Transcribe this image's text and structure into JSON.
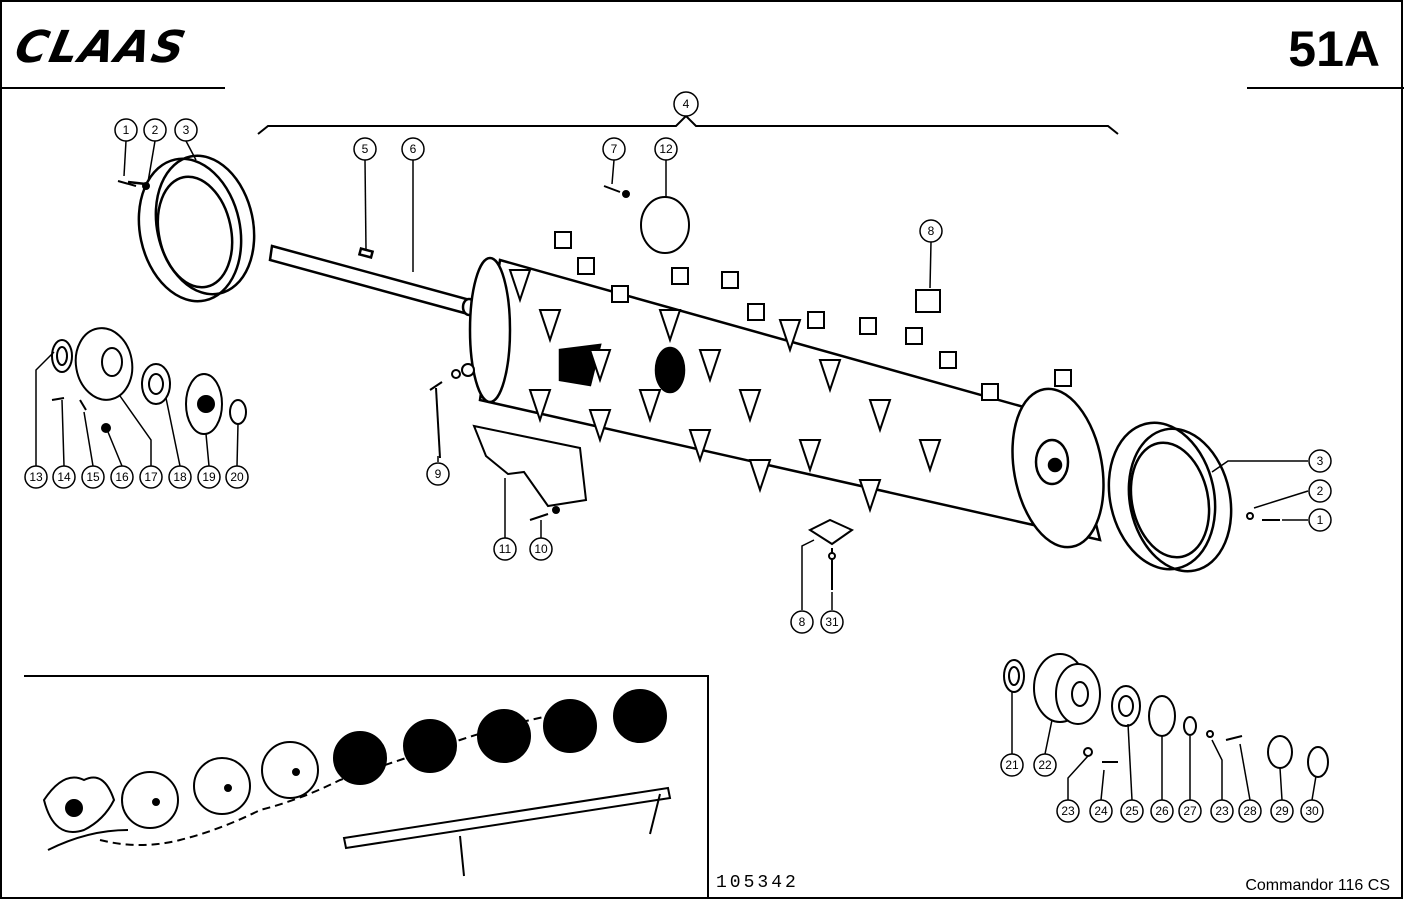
{
  "header": {
    "brand": "CLAAS",
    "page_number": "51A"
  },
  "footer": {
    "drawing_number": "105342",
    "model": "Commandor 116 CS"
  },
  "callouts": [
    "1",
    "2",
    "3",
    "4",
    "5",
    "6",
    "7",
    "8",
    "9",
    "10",
    "11",
    "12",
    "13",
    "14",
    "15",
    "16",
    "17",
    "18",
    "19",
    "20",
    "21",
    "22",
    "23",
    "24",
    "25",
    "26",
    "27",
    "28",
    "29",
    "30",
    "31"
  ]
}
